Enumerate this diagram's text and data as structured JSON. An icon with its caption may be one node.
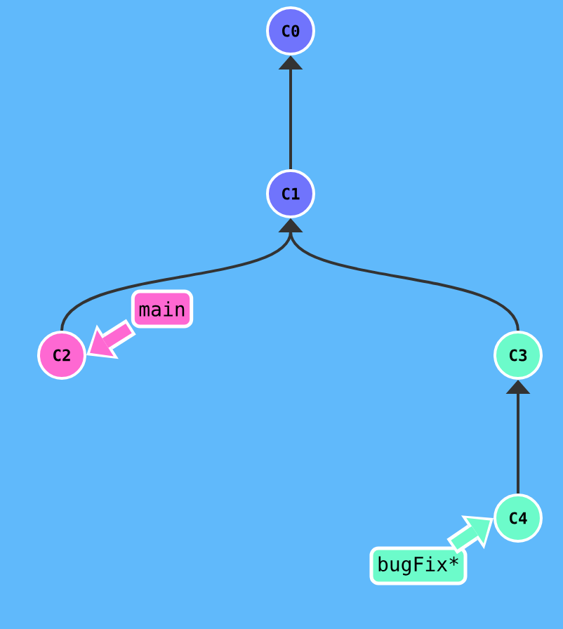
{
  "diagram": {
    "nodes": [
      {
        "text": [
          "C0"
        ]
      },
      {
        "text": [
          "C1"
        ]
      },
      {
        "text": [
          "main"
        ]
      },
      {
        "text": [
          "C2"
        ]
      },
      {
        "text": [
          "C3"
        ]
      },
      {
        "text": [
          "C4"
        ]
      },
      {
        "text": [
          "bugFix*"
        ]
      }
    ],
    "edges": [
      {
        "from": 1,
        "to": 0,
        "arrow": "to"
      },
      {
        "from": 3,
        "to": 1,
        "arrow": "to"
      },
      {
        "from": 4,
        "to": 1,
        "arrow": "to"
      },
      {
        "from": 5,
        "to": 4,
        "arrow": "to"
      },
      {
        "from": 2,
        "to": 3,
        "arrow": "to",
        "style": "thick",
        "color": "#fe68d2"
      },
      {
        "from": 6,
        "to": 5,
        "arrow": "to",
        "style": "thick",
        "color": "#6cfbca"
      }
    ]
  }
}
